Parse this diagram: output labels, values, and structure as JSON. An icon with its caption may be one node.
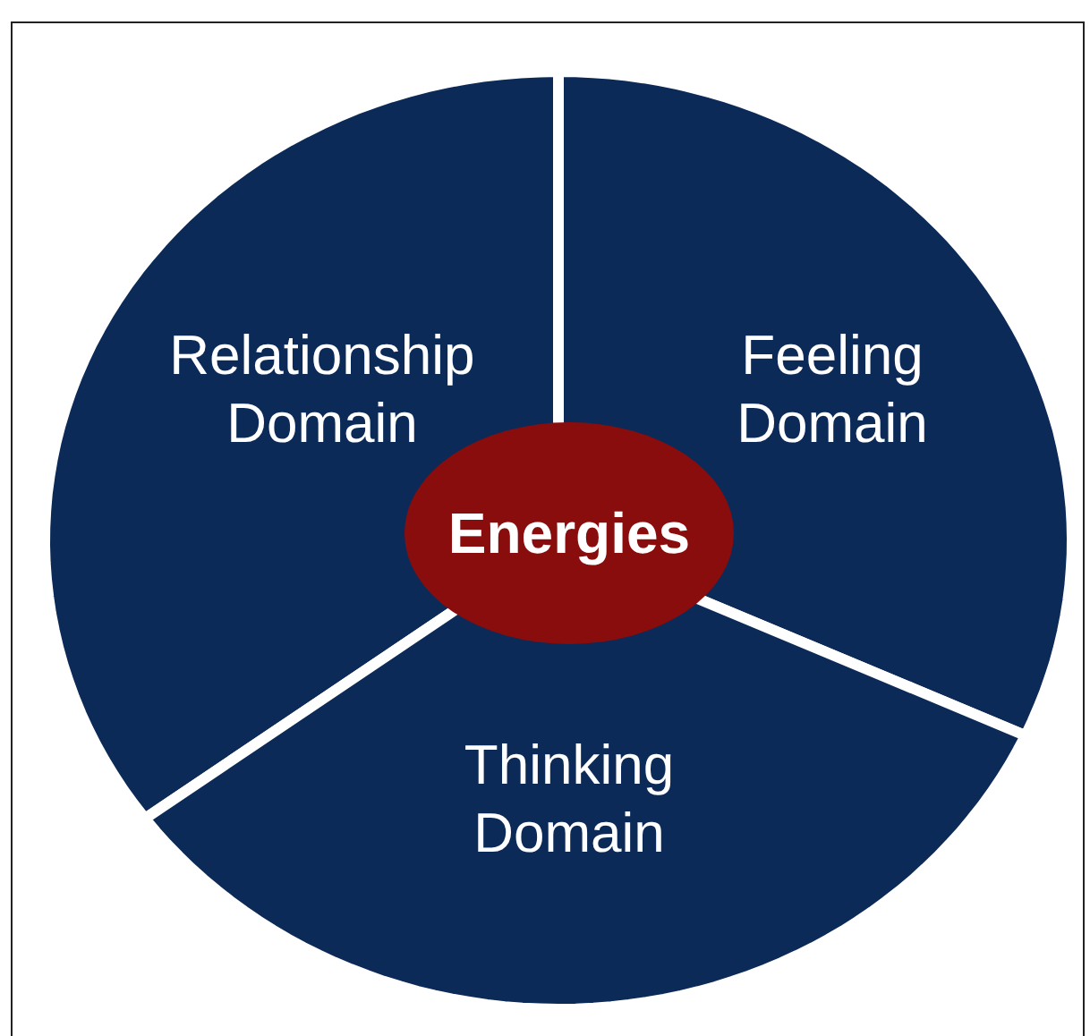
{
  "diagram": {
    "nodes": [
      {
        "text": [
          "Relationship Domain"
        ]
      },
      {
        "text": [
          "Feeling Domain"
        ]
      },
      {
        "text": [
          "Thinking Domain"
        ]
      },
      {
        "text": [
          "Energies"
        ]
      }
    ]
  }
}
